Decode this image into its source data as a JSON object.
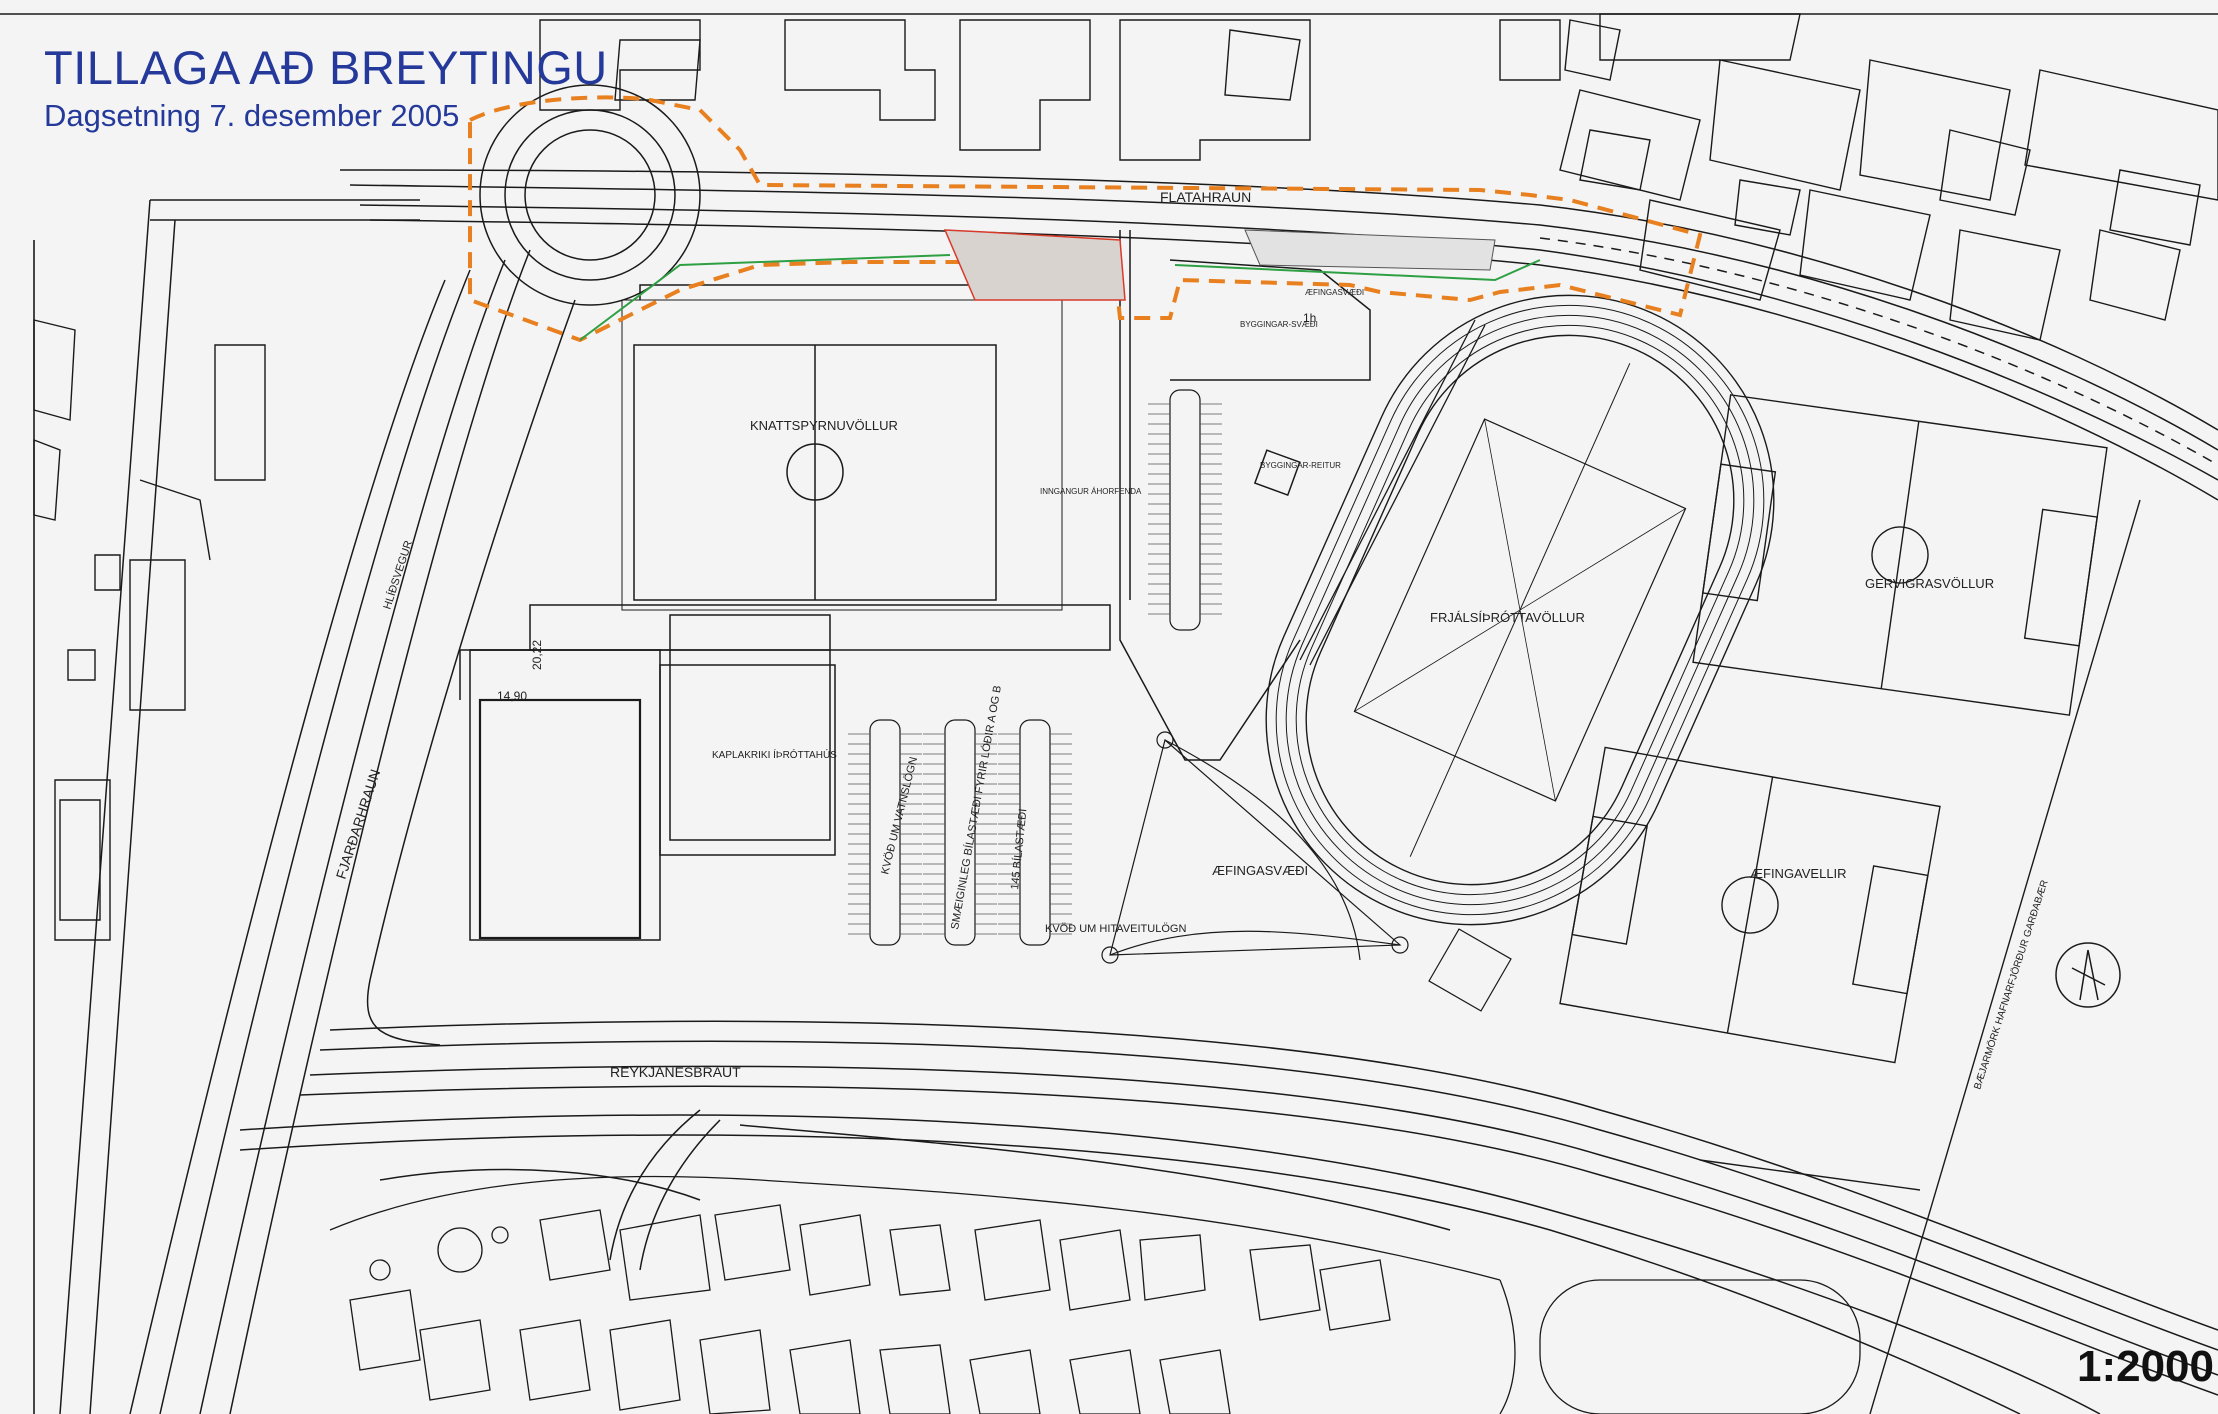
{
  "header": {
    "title": "TILLAGA AÐ BREYTINGU",
    "date": "Dagsetning 7. desember 2005"
  },
  "scale": "1:2000",
  "colors": {
    "title": "#24399a",
    "boundary": "#e8801f",
    "green_line": "#2ea043",
    "red_line": "#d83a2a",
    "linework": "#1a1a1a"
  },
  "labels": {
    "knattspyrnuvollur": "KNATTSPYRNUVÖLLUR",
    "frjalsithrottavollur": "FRJÁLSÍÞRÓTTAVÖLLUR",
    "gervigrasvollur": "GERVIGRASVÖLLUR",
    "aefingavellir": "ÆFINGAVELLIR",
    "aefingasvaedi": "ÆFINGASVÆÐI",
    "kaplakriki": "KAPLAKRIKI ÍÞRÓTTAHÚS",
    "flatahraun": "FLATAHRAUN",
    "reykjanesbraut": "REYKJANESBRAUT",
    "fjardarhraun": "FJARÐARHRAUN",
    "hlidsvegur": "HLÍÐSVEGUR",
    "kvod_vatnslogn": "KVÖÐ UM VATNSLÖGN",
    "smaeiginleg": "SMÆIGINLEG BÍLASTÆÐI FYRIR LÓÐIR A OG B",
    "bilastaedi": "145 BÍLASTÆÐI",
    "kvod_hitaveitulogn": "KVÖÐ UM HITAVEITULÖGN",
    "byggingarreitur": "BYGGINGAR-REITUR",
    "aefingasvaedi_top": "ÆFINGASVÆÐI",
    "inngangur": "INNGANGUR ÁHORFENDA",
    "byggingarsvaedi": "BYGGINGAR-SVÆÐI",
    "dim_1490": "14,90",
    "dim_2022": "20,22",
    "height_1h": "1h",
    "baejarmork": "BÆJARMÖRK HAFNARFJÖRÐUR GARÐABÆR"
  },
  "icons": {
    "north_arrow": "north-arrow-icon"
  }
}
